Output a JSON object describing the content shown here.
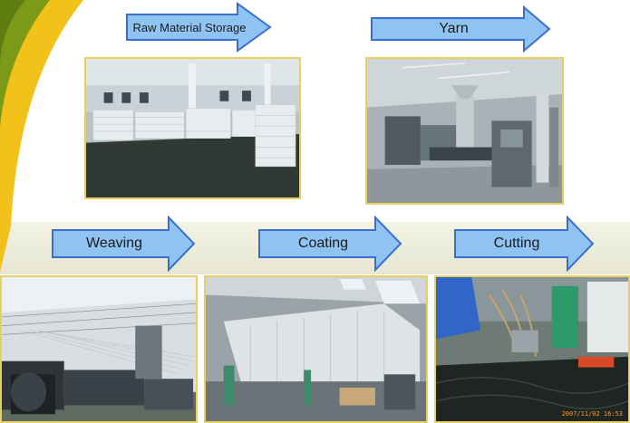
{
  "steps": [
    {
      "id": "raw-material-storage",
      "label": "Raw Material Storage"
    },
    {
      "id": "yarn",
      "label": "Yarn"
    },
    {
      "id": "weaving",
      "label": "Weaving"
    },
    {
      "id": "coating",
      "label": "Coating"
    },
    {
      "id": "cutting",
      "label": "Cutting"
    }
  ],
  "photo_timestamp": "2007/11/02 16:53",
  "colors": {
    "arrow_fill": "#8fc4f2",
    "arrow_stroke": "#3a6fd0",
    "photo_border": "#e8d060",
    "swoosh_green": "#7a9a18",
    "swoosh_yellow": "#f2c21a"
  }
}
